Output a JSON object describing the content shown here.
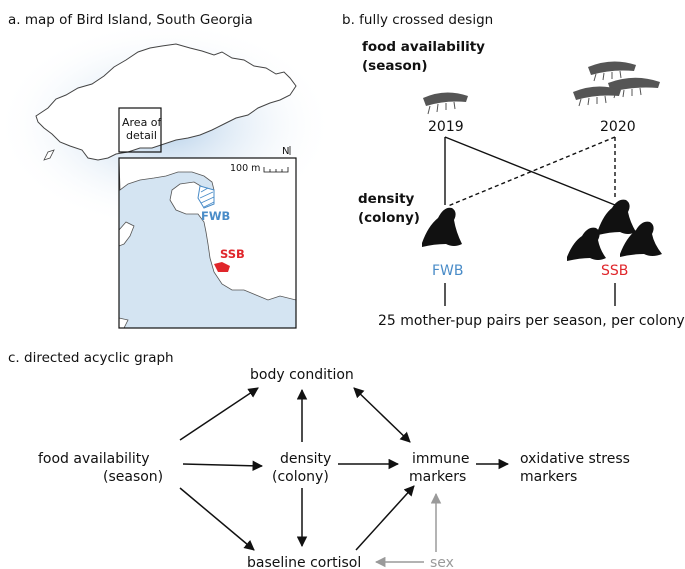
{
  "panel_a": {
    "title": "a. map of Bird Island, South Georgia",
    "area_of_detail": [
      "Area of",
      "detail"
    ],
    "scale": "100 m",
    "north": "N",
    "fwb": "FWB",
    "ssb": "SSB"
  },
  "panel_b": {
    "title": "b. fully crossed design",
    "factor1": [
      "food availability",
      "(season)"
    ],
    "year1": "2019",
    "year2": "2020",
    "factor2": [
      "density",
      "(colony)"
    ],
    "colony1": "FWB",
    "colony2": "SSB",
    "footer": "25 mother-pup pairs per season, per colony"
  },
  "panel_c": {
    "title": "c. directed acyclic graph",
    "body_condition": "body condition",
    "food": [
      "food availability",
      "(season)"
    ],
    "density": [
      "density",
      "(colony)"
    ],
    "immune": [
      "immune",
      "markers"
    ],
    "oxidative": [
      "oxidative stress",
      "markers"
    ],
    "cortisol": "baseline cortisol",
    "sex": "sex"
  },
  "colors": {
    "fwb": "#4a8cc8",
    "ssb": "#e0262b",
    "sea": "#d4e4f2",
    "grey": "#9a9a9a"
  }
}
